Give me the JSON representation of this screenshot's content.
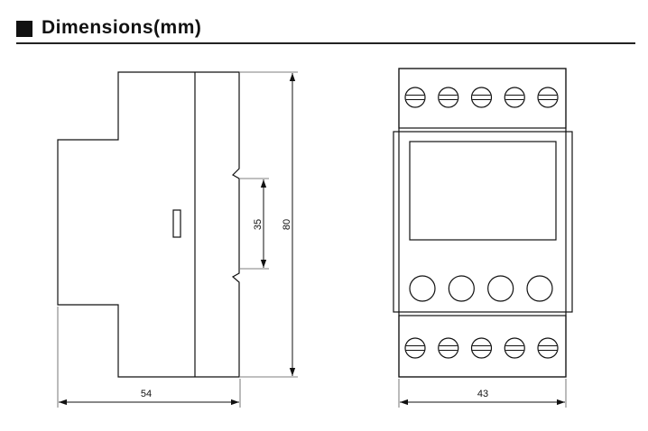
{
  "header": {
    "title": "Dimensions(mm)"
  },
  "side_view": {
    "width_label": "54",
    "height_label": "80",
    "rail_label": "35"
  },
  "front_view": {
    "width_label": "43",
    "top_terminal_count": 5,
    "button_count": 4,
    "bottom_terminal_count": 5
  }
}
